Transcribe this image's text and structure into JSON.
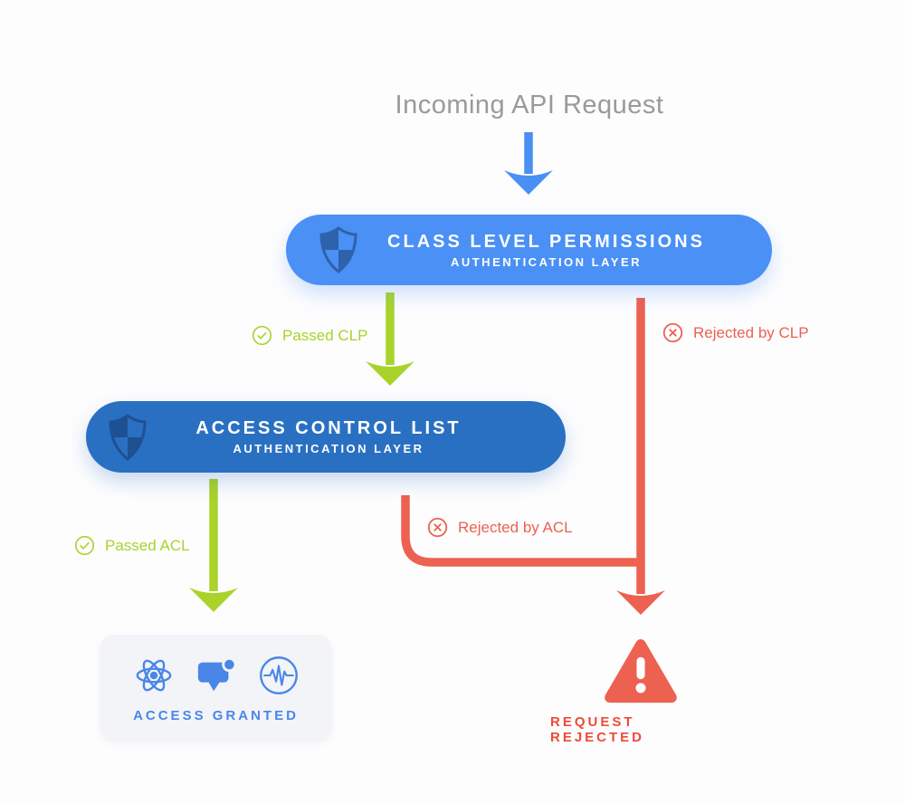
{
  "title": "Incoming API Request",
  "colors": {
    "title-gray": "#9a9a9a",
    "arrow-blue": "#4a8ff2",
    "pill-blue": "#4a90f5",
    "pill-dark-blue": "#2a70c2",
    "shield-clp": "#2e62ab",
    "shield-acl": "#1e5192",
    "green": "#a9d32a",
    "red": "#ed6150",
    "red-text": "#ee4b38",
    "icon-blue": "#4a86e8",
    "granted-text": "#4a86e8",
    "granted-bg": "#f3f4f7"
  },
  "nodes": {
    "clp": {
      "title": "CLASS LEVEL PERMISSIONS",
      "subtitle": "AUTHENTICATION LAYER"
    },
    "acl": {
      "title": "ACCESS CONTROL LIST",
      "subtitle": "AUTHENTICATION LAYER"
    }
  },
  "edges": {
    "passed_clp": "Passed CLP",
    "rejected_clp": "Rejected by CLP",
    "passed_acl": "Passed ACL",
    "rejected_acl": "Rejected by ACL"
  },
  "outcomes": {
    "granted": "ACCESS GRANTED",
    "rejected": "REQUEST REJECTED"
  }
}
